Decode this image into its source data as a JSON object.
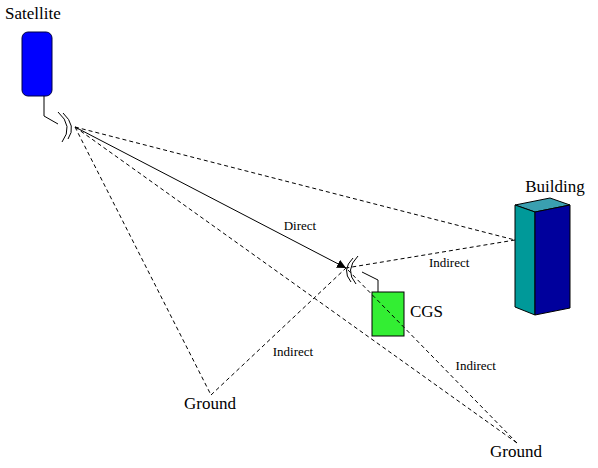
{
  "diagram": {
    "nodes": [
      {
        "text": [
          "Satellite"
        ]
      },
      {
        "text": [
          "Building"
        ]
      },
      {
        "text": [
          "CGS"
        ]
      },
      {
        "text": [
          "Ground"
        ]
      },
      {
        "text": [
          "Ground"
        ]
      }
    ],
    "edges": [
      {
        "from": 0,
        "to": 2,
        "arrow": "to",
        "label": "Direct"
      },
      {
        "from": 0,
        "to": 1,
        "arrow": "none"
      },
      {
        "from": 1,
        "to": 2,
        "arrow": "none",
        "label": "Indirect"
      },
      {
        "from": 0,
        "to": 3,
        "arrow": "none"
      },
      {
        "from": 3,
        "to": 2,
        "arrow": "none",
        "label": "Indirect"
      },
      {
        "from": 0,
        "to": 4,
        "arrow": "none"
      },
      {
        "from": 4,
        "to": 2,
        "arrow": "none",
        "label": "Indirect"
      }
    ]
  }
}
